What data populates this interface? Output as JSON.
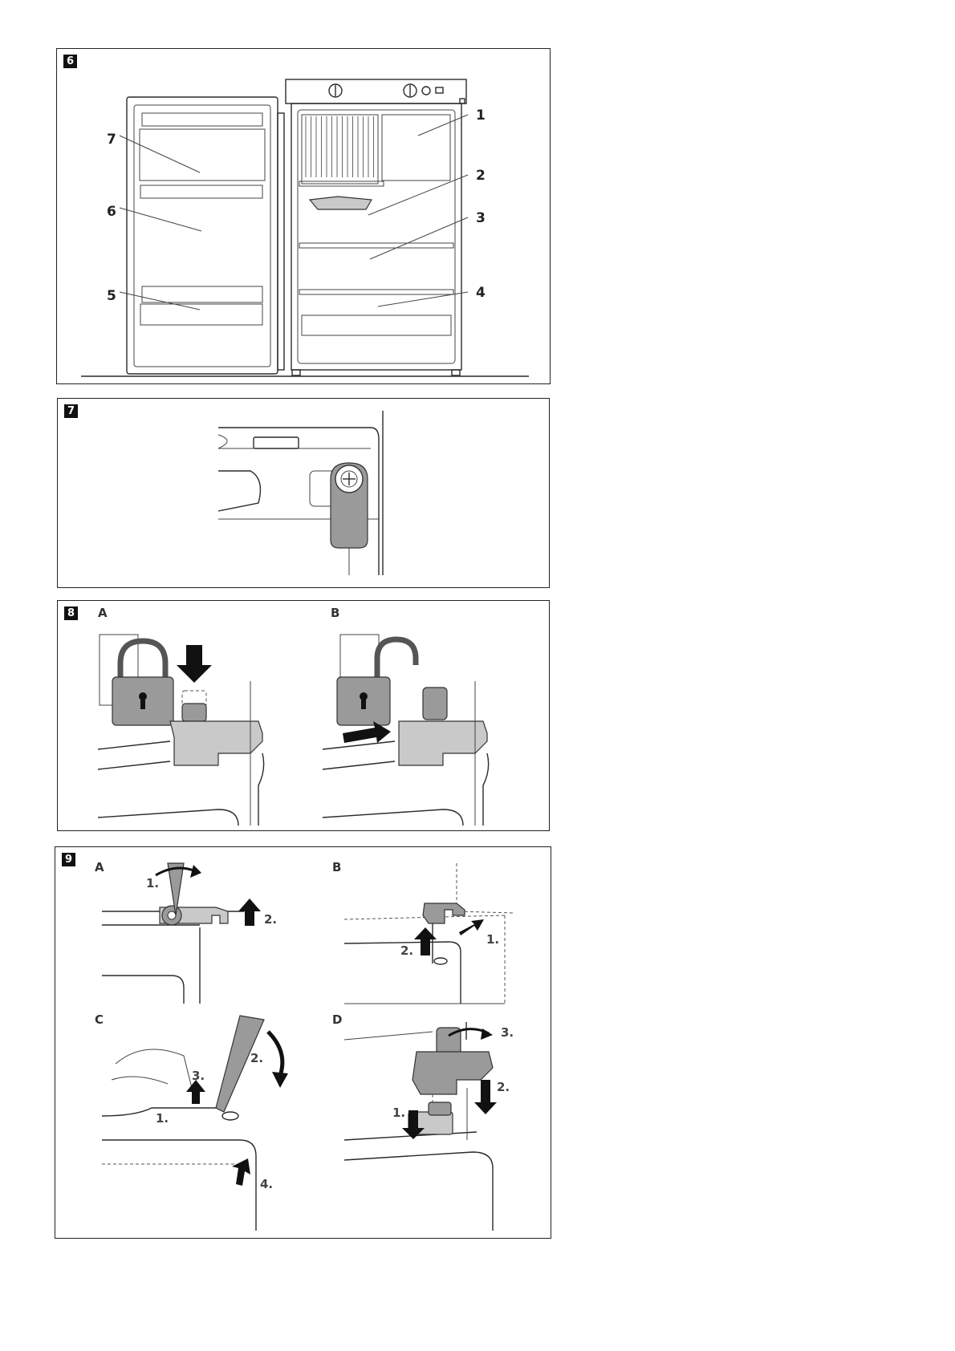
{
  "figures": [
    {
      "id": "6",
      "callouts": [
        "1",
        "2",
        "3",
        "4",
        "5",
        "6",
        "7"
      ]
    },
    {
      "id": "7"
    },
    {
      "id": "8",
      "subfigures": [
        "A",
        "B"
      ]
    },
    {
      "id": "9",
      "subfigures": [
        "A",
        "B",
        "C",
        "D"
      ],
      "steps": {
        "A": [
          "1.",
          "2."
        ],
        "B": [
          "1.",
          "2."
        ],
        "C": [
          "1.",
          "2.",
          "3.",
          "4."
        ],
        "D": [
          "1.",
          "2.",
          "3."
        ]
      }
    }
  ]
}
